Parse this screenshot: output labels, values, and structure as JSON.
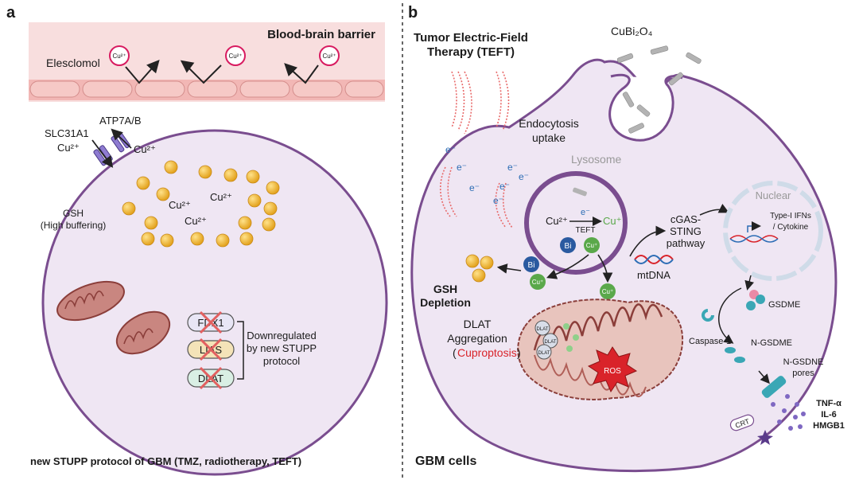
{
  "panel_a": {
    "letter": "a",
    "bbb_label": "Blood-brain barrier",
    "elesclomol": "Elesclomol",
    "cu2": "Cu²⁺",
    "atp7": "ATP7A/B",
    "slc31a1": "SLC31A1",
    "gsh_line1": "GSH",
    "gsh_line2": "(High buffering)",
    "proteins": [
      "FDX1",
      "LIAS",
      "DLAT"
    ],
    "downreg_line1": "Downregulated",
    "downreg_line2": "by new STUPP",
    "downreg_line3": "protocol",
    "footer": "new STUPP protocol  of GBM (TMZ, radiotherapy, TEFT)"
  },
  "panel_b": {
    "letter": "b",
    "teft_line1": "Tumor Electric-Field",
    "teft_line2": "Therapy (TEFT)",
    "cubi2o4": "CuBi₂O₄",
    "endo_line1": "Endocytosis",
    "endo_line2": "uptake",
    "electron": "e⁻",
    "lysosome": "Lysosome",
    "cu2": "Cu²⁺",
    "cu_plus": "Cu⁺",
    "teft_small": "TEFT",
    "bi": "Bi",
    "cu_plus_ball": "Cu⁺",
    "gsh_line1": "GSH",
    "gsh_line2": "Depletion",
    "dlat_line1": "DLAT",
    "dlat_line2": "Aggregation",
    "cuproptosis": "Cuproptosis",
    "dlat_small": "DLAT",
    "ros": "ROS",
    "mtdna": "mtDNA",
    "cgas_line1": "cGAS-",
    "cgas_line2": "STING",
    "cgas_line3": "pathway",
    "nuclear": "Nuclear",
    "ifn_line1": "Type-I IFNs",
    "ifn_line2": "/ Cytokine",
    "gsdme": "GSDME",
    "caspase": "Caspase-1",
    "ngsdme": "N-GSDME",
    "pores_line1": "N-GSDNE",
    "pores_line2": "pores",
    "crt": "CRT",
    "cytokines": [
      "TNF-α",
      "IL-6",
      "HMGB1"
    ],
    "footer": "GBM cells"
  },
  "colors": {
    "cell_fill": "#efe6f3",
    "cell_border": "#7a4d8f",
    "bbb_fill": "#f8dede",
    "gsh_ball": "#f1b735",
    "mito_fill": "#c98680",
    "mito_dark": "#8b3e3a",
    "red_text": "#d9232a",
    "electron_blue": "#2d6db5",
    "cu_green": "#5aa84a",
    "bi_blue": "#2a5aa0",
    "nucleus": "#cfdbe8"
  }
}
